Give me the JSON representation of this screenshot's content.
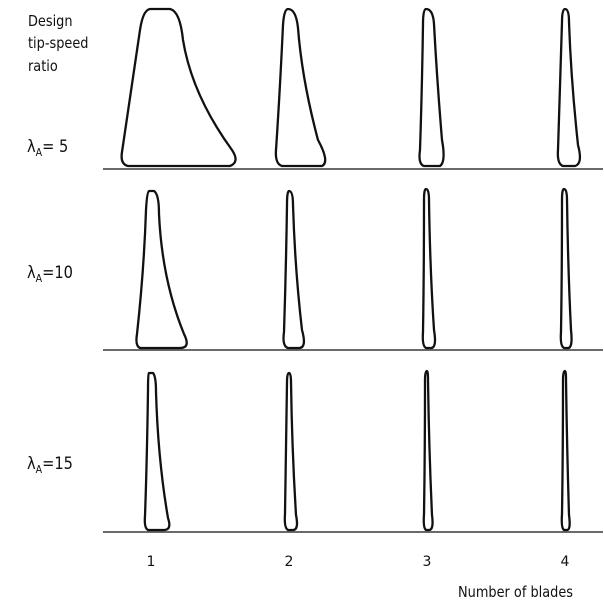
{
  "title_lines": [
    "Design",
    "tip-speed",
    "ratio"
  ],
  "lambda_symbol": "λ",
  "lambda_subscript": "A",
  "rows": [
    {
      "label_value": "5",
      "equals": "= "
    },
    {
      "label_value": "10",
      "equals": "="
    },
    {
      "label_value": "15",
      "equals": "="
    }
  ],
  "blade_counts": [
    "1",
    "2",
    "3",
    "4"
  ],
  "xaxis_label": "Number of blades",
  "line_color": "#111111"
}
